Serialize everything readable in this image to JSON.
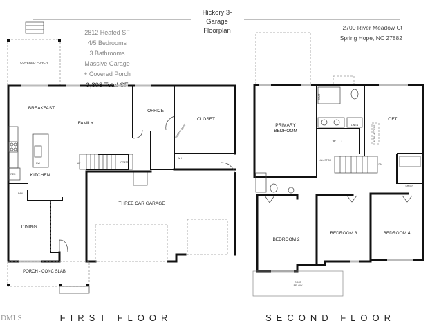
{
  "title": {
    "line1": "Hickory 3-",
    "line2": "Garage",
    "line3": "Floorplan"
  },
  "address": {
    "street": "2700 River Meadow Ct",
    "city": "Spring Hope, NC 27882"
  },
  "summary": {
    "heated": "2812 Heated SF",
    "bedrooms": "4/5 Bedrooms",
    "bathrooms": "3 Bathrooms",
    "garage": "Massive Garage",
    "porch": "+ Covered Porch",
    "total": "3,808 Total SF"
  },
  "first_floor": {
    "label": "FIRST FLOOR",
    "rooms": {
      "covered_porch": "COVERED PORCH",
      "breakfast": "BREAKFAST",
      "family": "FAMILY",
      "office": "OFFICE",
      "closet": "CLOSET",
      "kitchen": "KITCHEN",
      "ref": "REF.",
      "pan": "PAN.",
      "dw": "DW",
      "up": "UP",
      "coats": "COATS",
      "sliding_door": "SLIDING DOOR",
      "wh": "WH",
      "garage": "THREE CAR GARAGE",
      "dining": "DINING",
      "porch": "PORCH - CONC SLAB"
    }
  },
  "second_floor": {
    "label": "SECOND FLOOR",
    "rooms": {
      "primary": "PRIMARY",
      "bedroom": "BEDROOM",
      "seat": "SEAT",
      "linen": "LINEN",
      "wic": "W.I.C.",
      "loft": "LOFT",
      "attic": "ATTIC ACCESS",
      "lin_stor": "LIN./ STOR",
      "dn": "DN",
      "shelf": "SHELF",
      "bedroom2": "BEDROOM 2",
      "bedroom3": "BEDROOM 3",
      "bedroom4": "BEDROOM 4",
      "roof1": "ROOF",
      "roof2": "BELOW"
    }
  },
  "logo": "DMLS"
}
